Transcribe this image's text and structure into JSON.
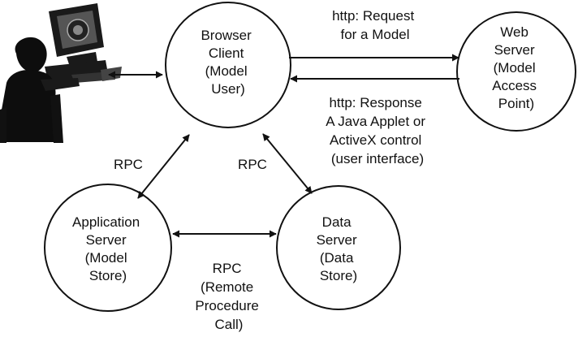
{
  "nodes": {
    "browser_client": [
      "Browser",
      "Client",
      "(Model",
      "User)"
    ],
    "web_server": [
      "Web",
      "Server",
      "(Model",
      "Access",
      "Point)"
    ],
    "app_server": [
      "Application",
      "Server",
      "(Model",
      "Store)"
    ],
    "data_server": [
      "Data",
      "Server",
      "(Data",
      "Store)"
    ]
  },
  "edges": {
    "request": [
      "http: Request",
      "for a Model"
    ],
    "response": [
      "http: Response",
      "A Java Applet or",
      "ActiveX control",
      "(user interface)"
    ],
    "rpc_left": "RPC",
    "rpc_right": "RPC",
    "rpc_bottom": [
      "RPC",
      "(Remote",
      "Procedure",
      "Call)"
    ]
  },
  "icons": {
    "user": "user-at-computer-icon"
  },
  "colors": {
    "stroke": "#111111",
    "background": "#ffffff"
  }
}
